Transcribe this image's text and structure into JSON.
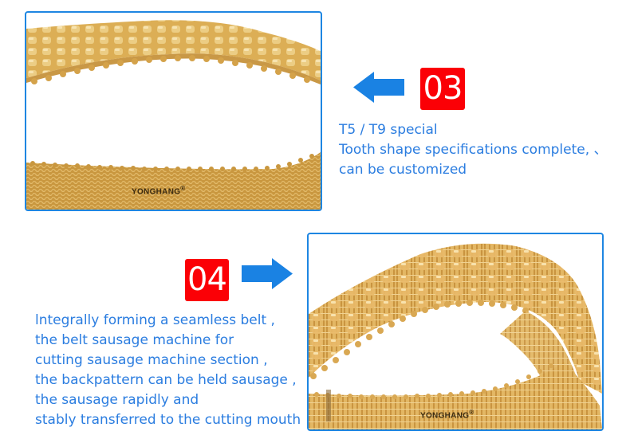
{
  "colors": {
    "frame_border": "#1e86e2",
    "badge_bg": "#fb0006",
    "arrow": "#1a82e3",
    "text": "#2b7de0",
    "belt_fill": "#d9a94c",
    "belt_light": "#eac97c",
    "belt_dark": "#b98a35"
  },
  "section3": {
    "number": "03",
    "arrow": "arrow-left-icon",
    "lines": [
      "T5 / T9 special",
      "Tooth shape specifications complete, 、",
      "can be customized"
    ],
    "image": {
      "brand": "YONGHANG",
      "reg_mark": "®"
    }
  },
  "section4": {
    "number": "04",
    "arrow": "arrow-right-icon",
    "lines": [
      "lntegrally forming a seamless belt ,",
      "the belt sausage machine for",
      "cutting sausage machine section ,",
      "the backpattern can be held sausage ,",
      "the sausage rapidly and",
      "stably transferred to the cutting mouth"
    ],
    "image": {
      "brand": "YONGHANG",
      "reg_mark": "®"
    }
  }
}
